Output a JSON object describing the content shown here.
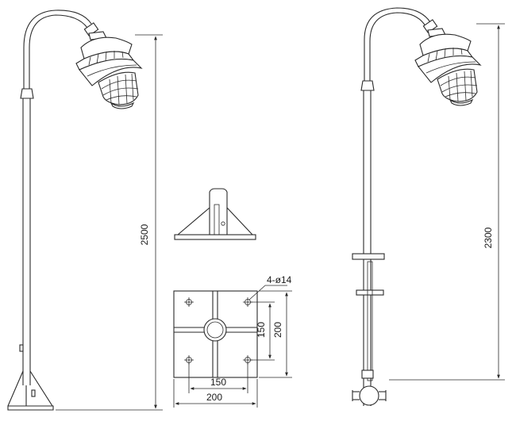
{
  "dimensions": {
    "pole_height_left": "2500",
    "pole_height_right": "2300",
    "hole_spec": "4-ø14",
    "base_hole_spacing_v": "150",
    "base_plate_size_v": "200",
    "base_hole_spacing_h": "150",
    "base_plate_size_h": "200"
  }
}
